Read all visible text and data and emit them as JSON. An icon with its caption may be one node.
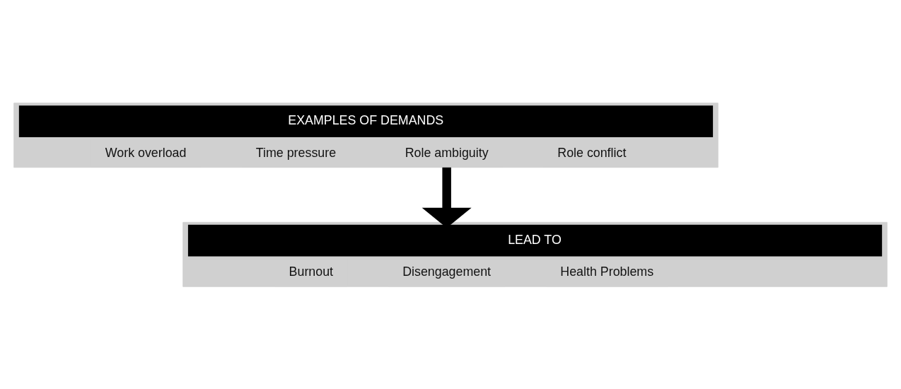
{
  "diagram": {
    "nodes": [
      {
        "text": [
          "EXAMPLES OF DEMANDS"
        ]
      },
      {
        "text": [
          "Work overload"
        ],
        "in": 0
      },
      {
        "text": [
          "Time pressure"
        ],
        "in": 0
      },
      {
        "text": [
          "Role ambiguity"
        ],
        "in": 0
      },
      {
        "text": [
          "Role conflict"
        ],
        "in": 0
      },
      {
        "text": [
          "LEAD TO"
        ]
      },
      {
        "text": [
          "Burnout"
        ],
        "in": 5
      },
      {
        "text": [
          "Disengagement"
        ],
        "in": 5
      },
      {
        "text": [
          "Health Problems"
        ],
        "in": 5
      }
    ],
    "edges": [
      {
        "from": 0,
        "to": 5,
        "arrow": "to"
      }
    ]
  }
}
